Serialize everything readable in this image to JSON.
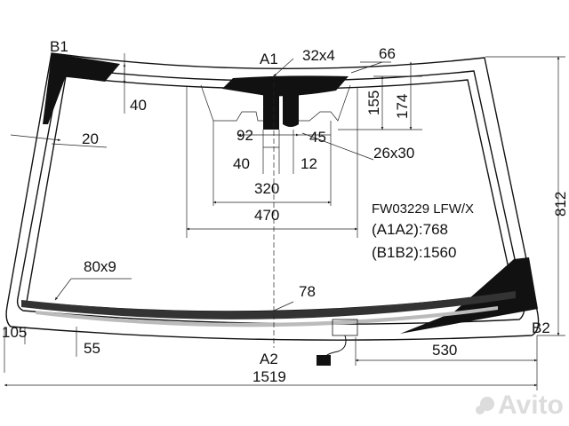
{
  "drawing": {
    "corner_labels": {
      "b1": "B1",
      "a1": "A1",
      "a2": "A2",
      "b2": "B2"
    },
    "dims": {
      "top_32x4": "32x4",
      "top_66": "66",
      "v_40": "40",
      "v_155": "155",
      "v_174": "174",
      "s_20": "20",
      "c_92": "92",
      "c_45": "45",
      "c_26x30": "26x30",
      "c_40": "40",
      "c_12": "12",
      "h_320": "320",
      "h_470": "470",
      "h_812": "812",
      "b_80x9": "80x9",
      "b_78": "78",
      "b_105": "105",
      "b_55": "55",
      "b_530": "530",
      "b_1519": "1519"
    },
    "info": {
      "part_no": "FW03229 LFW/X",
      "a1a2": "(A1A2):768",
      "b1b2": "(B1B2):1560"
    },
    "watermark": "Avito"
  }
}
